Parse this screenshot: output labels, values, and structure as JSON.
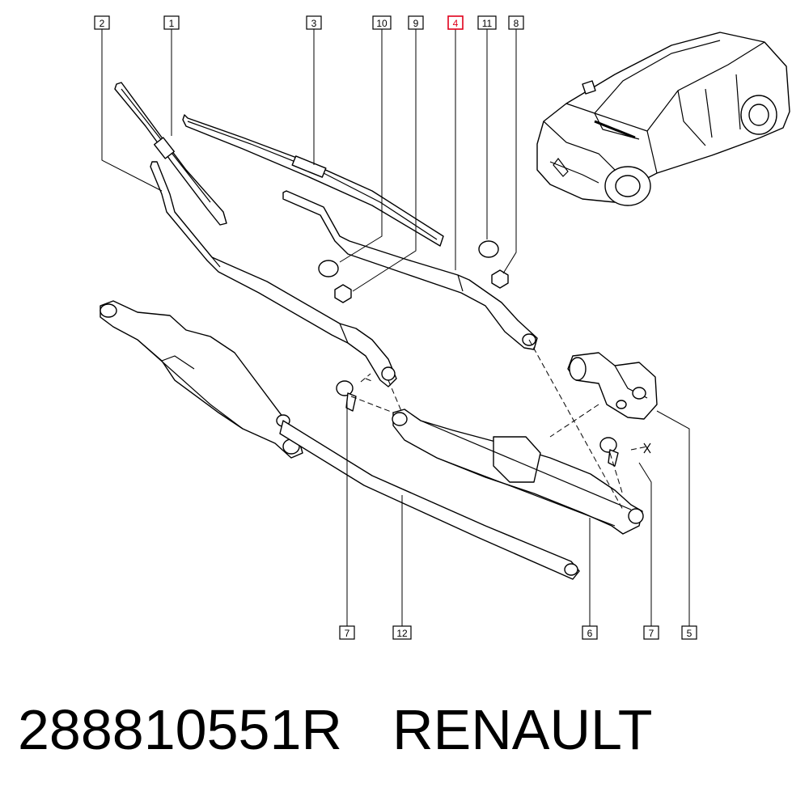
{
  "callouts": {
    "c2": "2",
    "c1": "1",
    "c3": "3",
    "c10": "10",
    "c9": "9",
    "c4": "4",
    "c11": "11",
    "c8": "8",
    "c7a": "7",
    "c12": "12",
    "c6": "6",
    "c7b": "7",
    "c5": "5"
  },
  "highlighted_callout": "4",
  "colors": {
    "highlight": "#e0001b",
    "ink": "#000000",
    "background": "#ffffff"
  },
  "footer": {
    "part_number": "288810551R",
    "brand": "RENAULT"
  }
}
